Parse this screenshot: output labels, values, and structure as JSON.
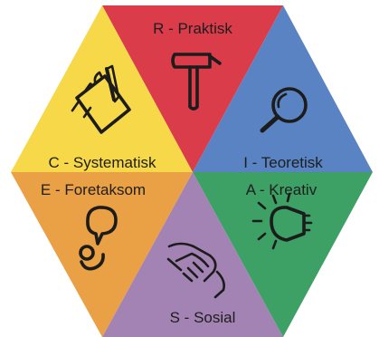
{
  "diagram": {
    "segments": [
      {
        "id": "r",
        "label": "R - Praktisk",
        "color": "#da3c4a",
        "icon": "hammer-icon"
      },
      {
        "id": "i",
        "label": "I - Teoretisk",
        "color": "#5a83c3",
        "icon": "magnifier-icon"
      },
      {
        "id": "a",
        "label": "A - Kreativ",
        "color": "#3da064",
        "icon": "lightbulb-icon"
      },
      {
        "id": "s",
        "label": "S - Sosial",
        "color": "#a382b4",
        "icon": "handshake-icon"
      },
      {
        "id": "e",
        "label": "E - Foretaksom",
        "color": "#eaa044",
        "icon": "speaking-person-icon"
      },
      {
        "id": "c",
        "label": "C - Systematisk",
        "color": "#f6d848",
        "icon": "clipboard-icon"
      }
    ]
  }
}
